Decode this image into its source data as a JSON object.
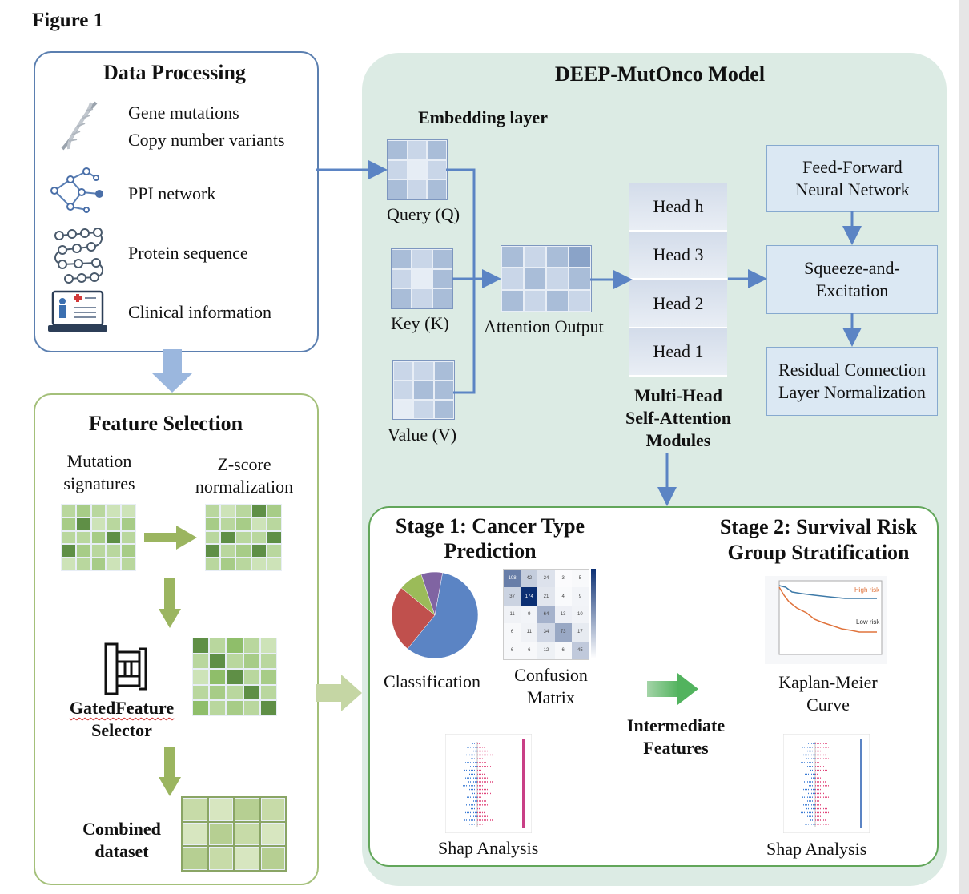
{
  "figure_title": "Figure 1",
  "data_processing": {
    "title": "Data Processing",
    "items": [
      "Gene  mutations",
      "Copy number variants",
      "PPI network",
      "Protein sequence",
      "Clinical information"
    ]
  },
  "feature_selection": {
    "title": "Feature Selection",
    "mutation_signatures": "Mutation\nsignatures",
    "zscore": "Z-score\nnormalization",
    "gated_line1": "GatedFeature",
    "gated_line2": "Selector",
    "combined": "Combined\ndataset"
  },
  "model": {
    "title": "DEEP-MutOnco Model",
    "embedding_layer": "Embedding layer",
    "query": "Query (Q)",
    "key": "Key (K)",
    "value": "Value (V)",
    "attention_output": "Attention Output",
    "heads": [
      "Head h",
      "Head 3",
      "Head 2",
      "Head 1"
    ],
    "mhsa": "Multi-Head\nSelf-Attention\nModules",
    "ffn": "Feed-Forward\nNeural Network",
    "se": "Squeeze-and-\nExcitation",
    "residual": "Residual Connection\nLayer Normalization"
  },
  "stages": {
    "stage1_title": "Stage 1: Cancer Type\nPrediction",
    "stage2_title": "Stage 2: Survival Risk\nGroup Stratification",
    "classification": "Classification",
    "confusion_matrix": "Confusion\nMatrix",
    "intermediate": "Intermediate\nFeatures",
    "km_curve": "Kaplan-Meier\nCurve",
    "shap1": "Shap Analysis",
    "shap2": "Shap Analysis",
    "cm_values": [
      [
        "108",
        "42",
        "24",
        "3",
        "5"
      ],
      [
        "37",
        "174",
        "21",
        "4",
        "9"
      ],
      [
        "11",
        "9",
        "64",
        "13",
        "10"
      ],
      [
        "6",
        "11",
        "34",
        "73",
        "17"
      ],
      [
        "6",
        "6",
        "12",
        "6",
        "45"
      ]
    ],
    "km_high": "High risk",
    "km_low": "Low risk",
    "pie_values": [
      58,
      25,
      9,
      8
    ]
  },
  "colors": {
    "blue_border": "#5b7fb0",
    "green_border": "#a4c07a",
    "model_bg": "#dcebe4",
    "arrow_blue": "#5b84c4",
    "arrow_green": "#8fb05a"
  }
}
